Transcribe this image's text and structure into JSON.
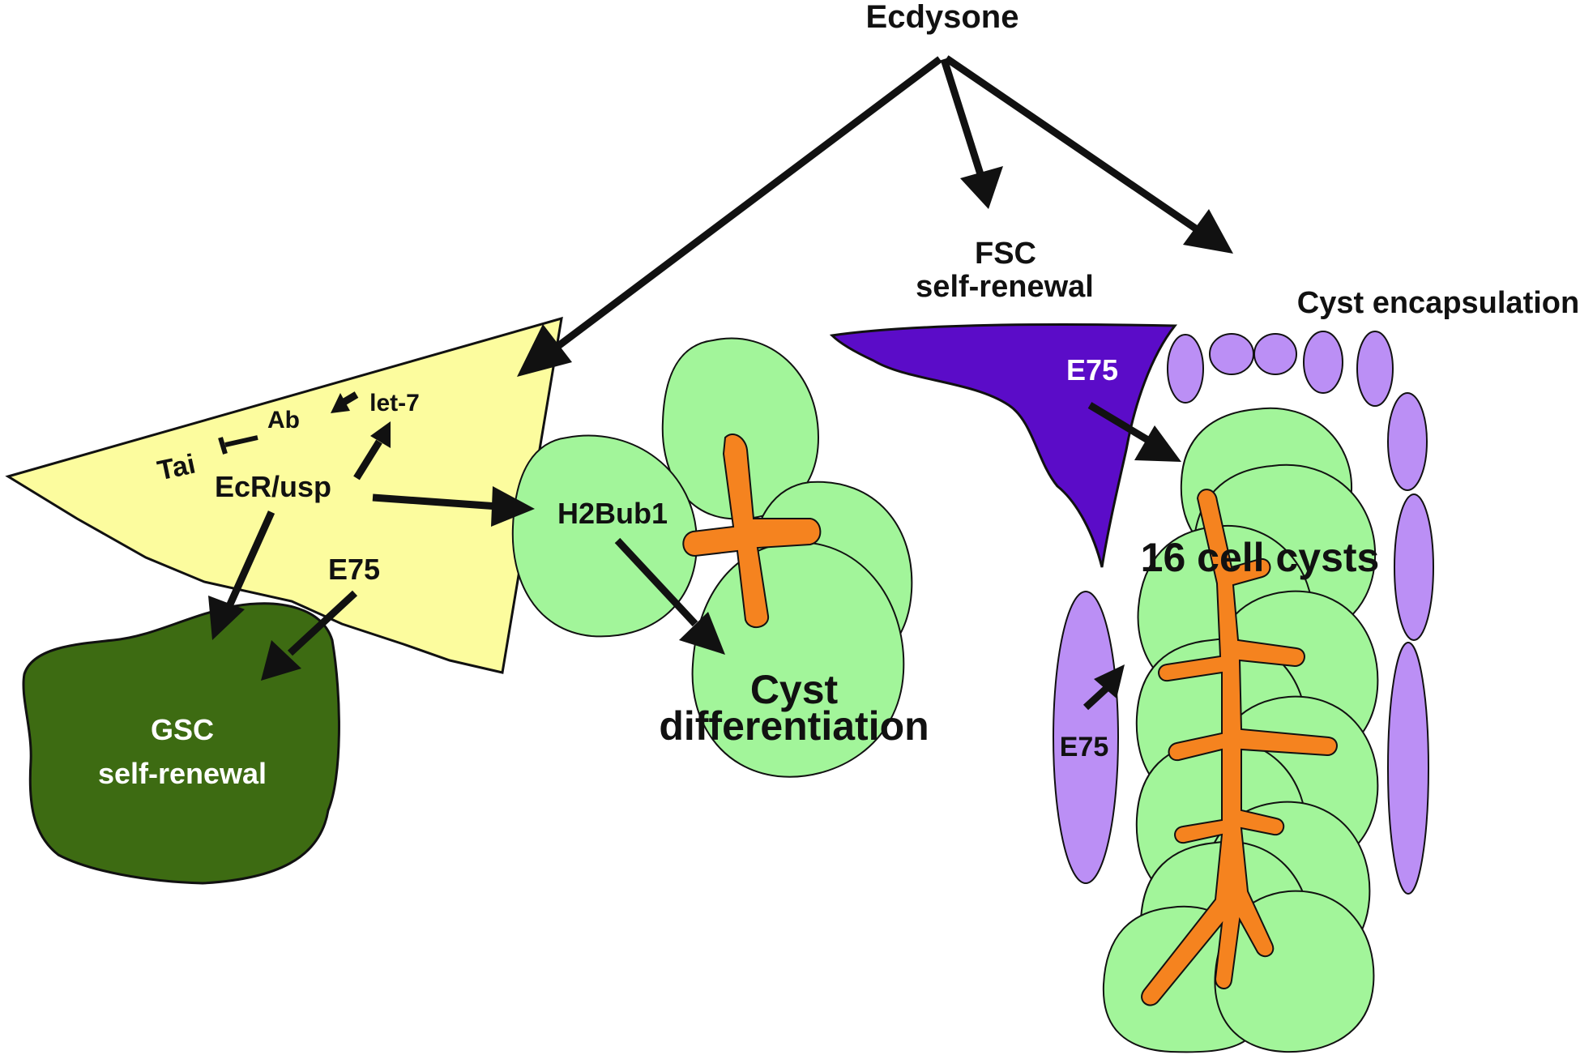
{
  "labels": {
    "ecdysone": "Ecdysone",
    "fsc_line1": "FSC",
    "fsc_line2": "self-renewal",
    "cyst_encapsulation": "Cyst encapsulation",
    "let7": "let-7",
    "ab": "Ab",
    "tai": "Tai",
    "ecr_usp": "EcR/usp",
    "e75_niche": "E75",
    "e75_fsc": "E75",
    "e75_follicle": "E75",
    "h2bub1": "H2Bub1",
    "cyst_line1": "Cyst",
    "cyst_line2": "differentiation",
    "sixteen_cell_cysts": "16 cell cysts",
    "gsc_line1": "GSC",
    "gsc_line2": "self-renewal"
  },
  "colors": {
    "niche_yellow": "#fcfc9e",
    "gsc_dark_green": "#3d6b12",
    "cyst_light_green": "#a2f59a",
    "fusome_orange": "#f5831f",
    "fsc_purple": "#5b0cc8",
    "follicle_lavender": "#bb8ff5",
    "arrow_black": "#111111"
  }
}
